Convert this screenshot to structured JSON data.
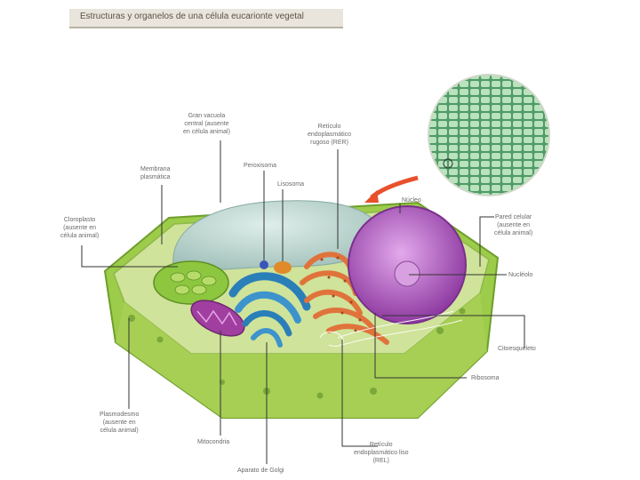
{
  "title": "Estructuras y organelos de una célula eucarionte vegetal",
  "labels": {
    "vacuola": [
      "Gran vacuola",
      "central (ausente",
      "en célula animal)"
    ],
    "membrana": [
      "Membrana",
      "plasmática"
    ],
    "cloroplasto": [
      "Cloroplasto",
      "(ausente en",
      "célula animal)"
    ],
    "peroxisoma": [
      "Peroxisoma"
    ],
    "lisosoma": [
      "Lisosoma"
    ],
    "rer": [
      "Retículo",
      "endoplasmático",
      "rugoso (RER)"
    ],
    "nucleo": [
      "Núcleo"
    ],
    "pared": [
      "Pared celular",
      "(ausente en",
      "célula animal)"
    ],
    "nucleolo": [
      "Nucléolo"
    ],
    "citoesqueleto": [
      "Citoesqueleto"
    ],
    "ribosoma": [
      "Ribosoma"
    ],
    "plasmodesmo": [
      "Plasmodesmo",
      "(ausente en",
      "célula animal)"
    ],
    "mitocondria": [
      "Mitocondria"
    ],
    "golgi": [
      "Aparato de Golgi"
    ],
    "rel": [
      "Retículo",
      "endoplasmático liso",
      "(REL)"
    ]
  },
  "colors": {
    "cell_wall": "#9ccc4a",
    "cytoplasm": "#cfe39a",
    "vacuole": "#b8d4cf",
    "nucleus": "#b25bc4",
    "golgi": "#2b7fb8",
    "rer": "#e0733c",
    "mitochondria": "#a03fa0",
    "chloroplast": "#8dc63f",
    "peroxisome": "#3b55b8",
    "lysosome": "#e08a2a",
    "leader_line": "#333333",
    "arrow": "#e8502c"
  }
}
